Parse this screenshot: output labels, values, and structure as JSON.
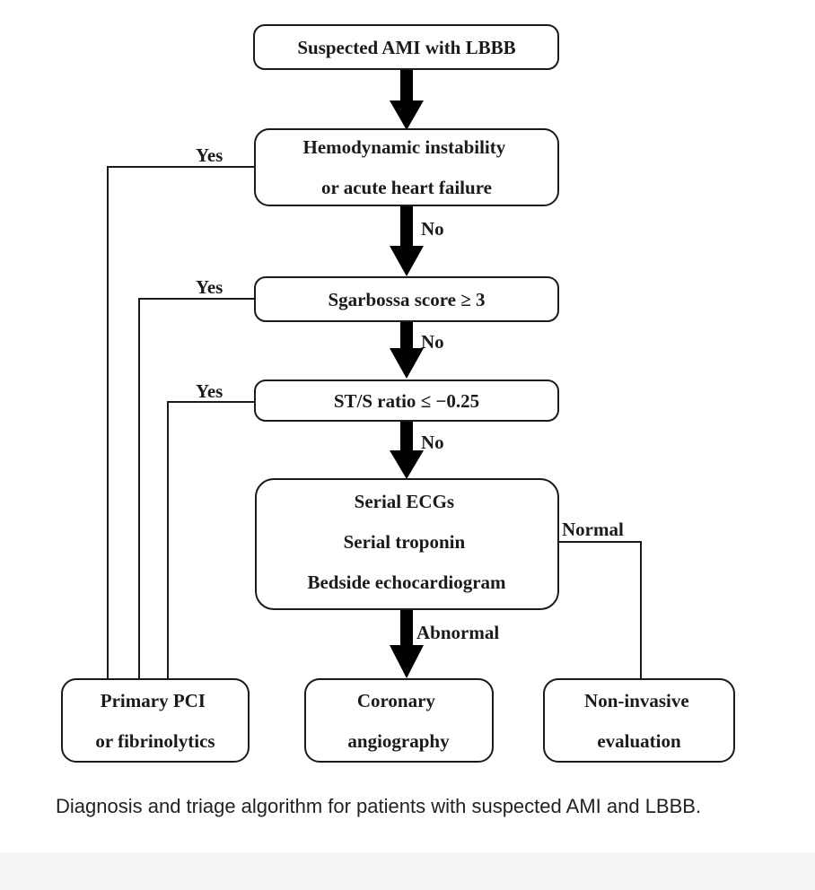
{
  "diagram": {
    "nodes": {
      "start": {
        "lines": [
          "Suspected AMI with LBBB"
        ]
      },
      "hemo": {
        "lines": [
          "Hemodynamic instability",
          "or acute heart failure"
        ]
      },
      "sgarbossa": {
        "lines": [
          "Sgarbossa score ≥ 3"
        ]
      },
      "stsratio": {
        "lines": [
          "ST/S ratio ≤ −0.25"
        ]
      },
      "serial": {
        "lines": [
          "Serial ECGs",
          "Serial troponin",
          "Bedside echocardiogram"
        ]
      },
      "pci": {
        "lines": [
          "Primary PCI",
          "or fibrinolytics"
        ]
      },
      "angio": {
        "lines": [
          "Coronary",
          "angiography"
        ]
      },
      "noninvasive": {
        "lines": [
          "Non-invasive",
          "evaluation"
        ]
      }
    },
    "edge_labels": {
      "hemo_yes": "Yes",
      "hemo_no": "No",
      "sgarbossa_yes": "Yes",
      "sgarbossa_no": "No",
      "stsratio_yes": "Yes",
      "stsratio_no": "No",
      "serial_normal": "Normal",
      "serial_abnormal": "Abnormal"
    },
    "colors": {
      "stroke": "#1a1a1a",
      "arrow": "#000000",
      "box_fill": "#ffffff"
    }
  },
  "caption": {
    "text": "Diagnosis and triage algorithm for patients with suspected AMI and LBBB."
  }
}
